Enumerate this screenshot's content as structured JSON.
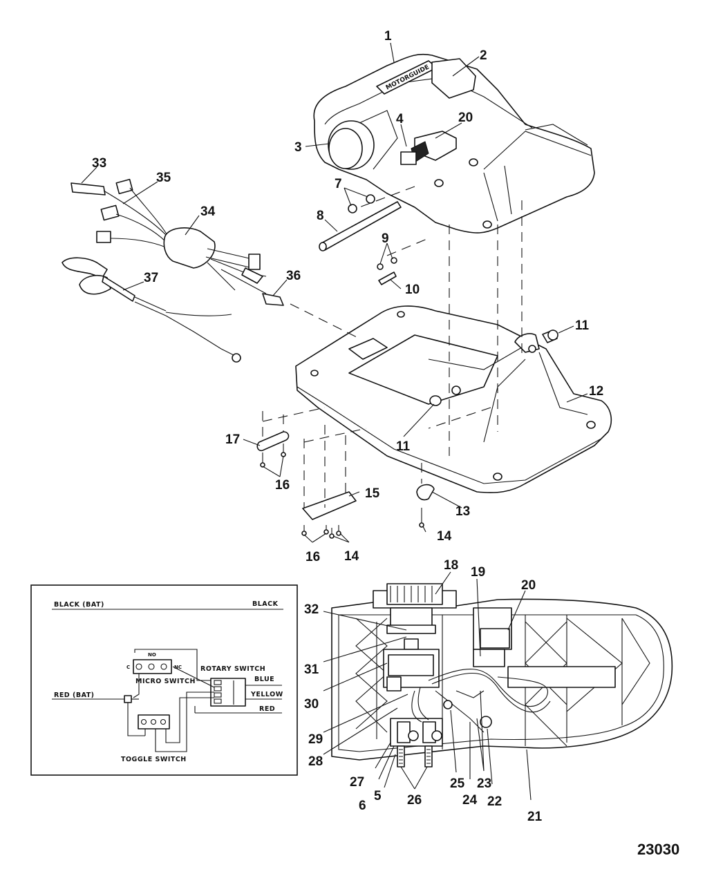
{
  "figure_number": "23030",
  "brand_logo_text": "MOTORGUIDE",
  "callouts": [
    "1",
    "2",
    "3",
    "4",
    "20",
    "33",
    "35",
    "34",
    "7",
    "8",
    "9",
    "10",
    "37",
    "36",
    "11",
    "12",
    "17",
    "16",
    "11",
    "15",
    "13",
    "14",
    "16",
    "14",
    "18",
    "19",
    "20",
    "32",
    "31",
    "30",
    "29",
    "28",
    "27",
    "6",
    "5",
    "26",
    "25",
    "24",
    "23",
    "22",
    "21"
  ],
  "wiring": {
    "black_bat": "BLACK (BAT)",
    "black": "BLACK",
    "no": "NO",
    "c": "C",
    "nc": "NC",
    "rotary_switch": "ROTARY SWITCH",
    "micro_switch": "MICRO SWITCH",
    "blue": "BLUE",
    "yellow": "YELLOW",
    "red_bat": "RED (BAT)",
    "red": "RED",
    "toggle_switch": "TOGGLE SWITCH"
  }
}
